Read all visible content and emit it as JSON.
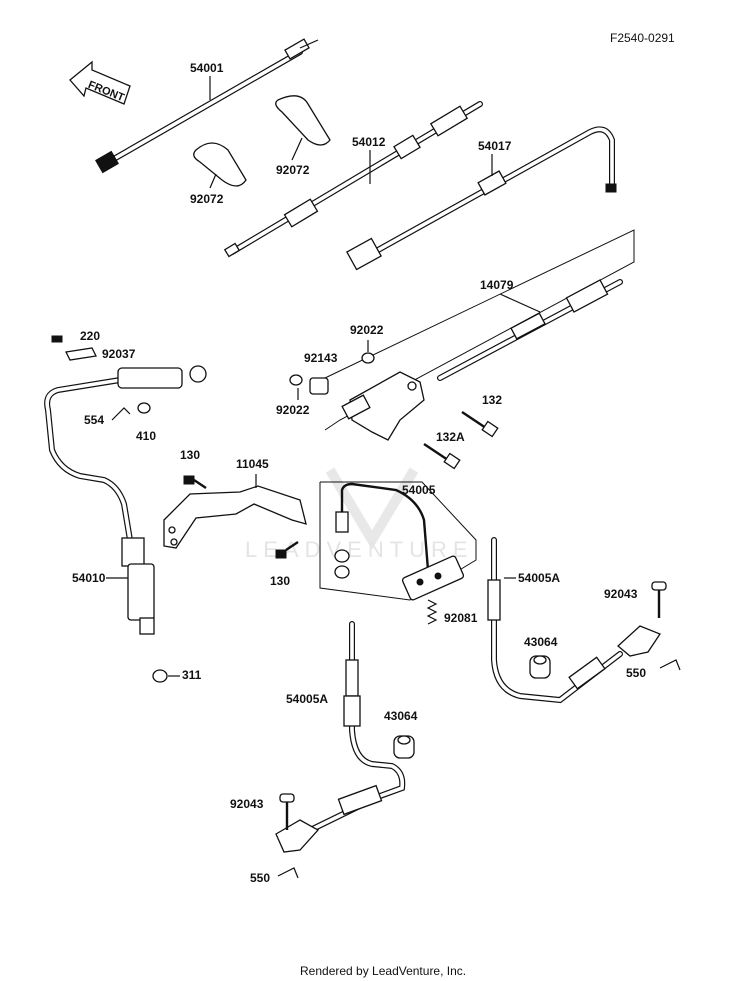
{
  "diagram_code": "F2540-0291",
  "front_label": "FRONT",
  "watermark": "LEADVENTURE",
  "footer": "Rendered by LeadVenture, Inc.",
  "parts": {
    "p54001": "54001",
    "p92072a": "92072",
    "p92072b": "92072",
    "p54012": "54012",
    "p54017": "54017",
    "p14079": "14079",
    "p220": "220",
    "p92037": "92037",
    "p92022a": "92022",
    "p92143": "92143",
    "p92022b": "92022",
    "p132": "132",
    "p554": "554",
    "p410": "410",
    "p132a": "132A",
    "p130a": "130",
    "p11045": "11045",
    "p54005": "54005",
    "p54010": "54010",
    "p130b": "130",
    "p54005a_r": "54005A",
    "p92043_r": "92043",
    "p92081": "92081",
    "p43064_r": "43064",
    "p550_r": "550",
    "p311": "311",
    "p54005a_l": "54005A",
    "p43064_l": "43064",
    "p92043_l": "92043",
    "p550_l": "550"
  }
}
